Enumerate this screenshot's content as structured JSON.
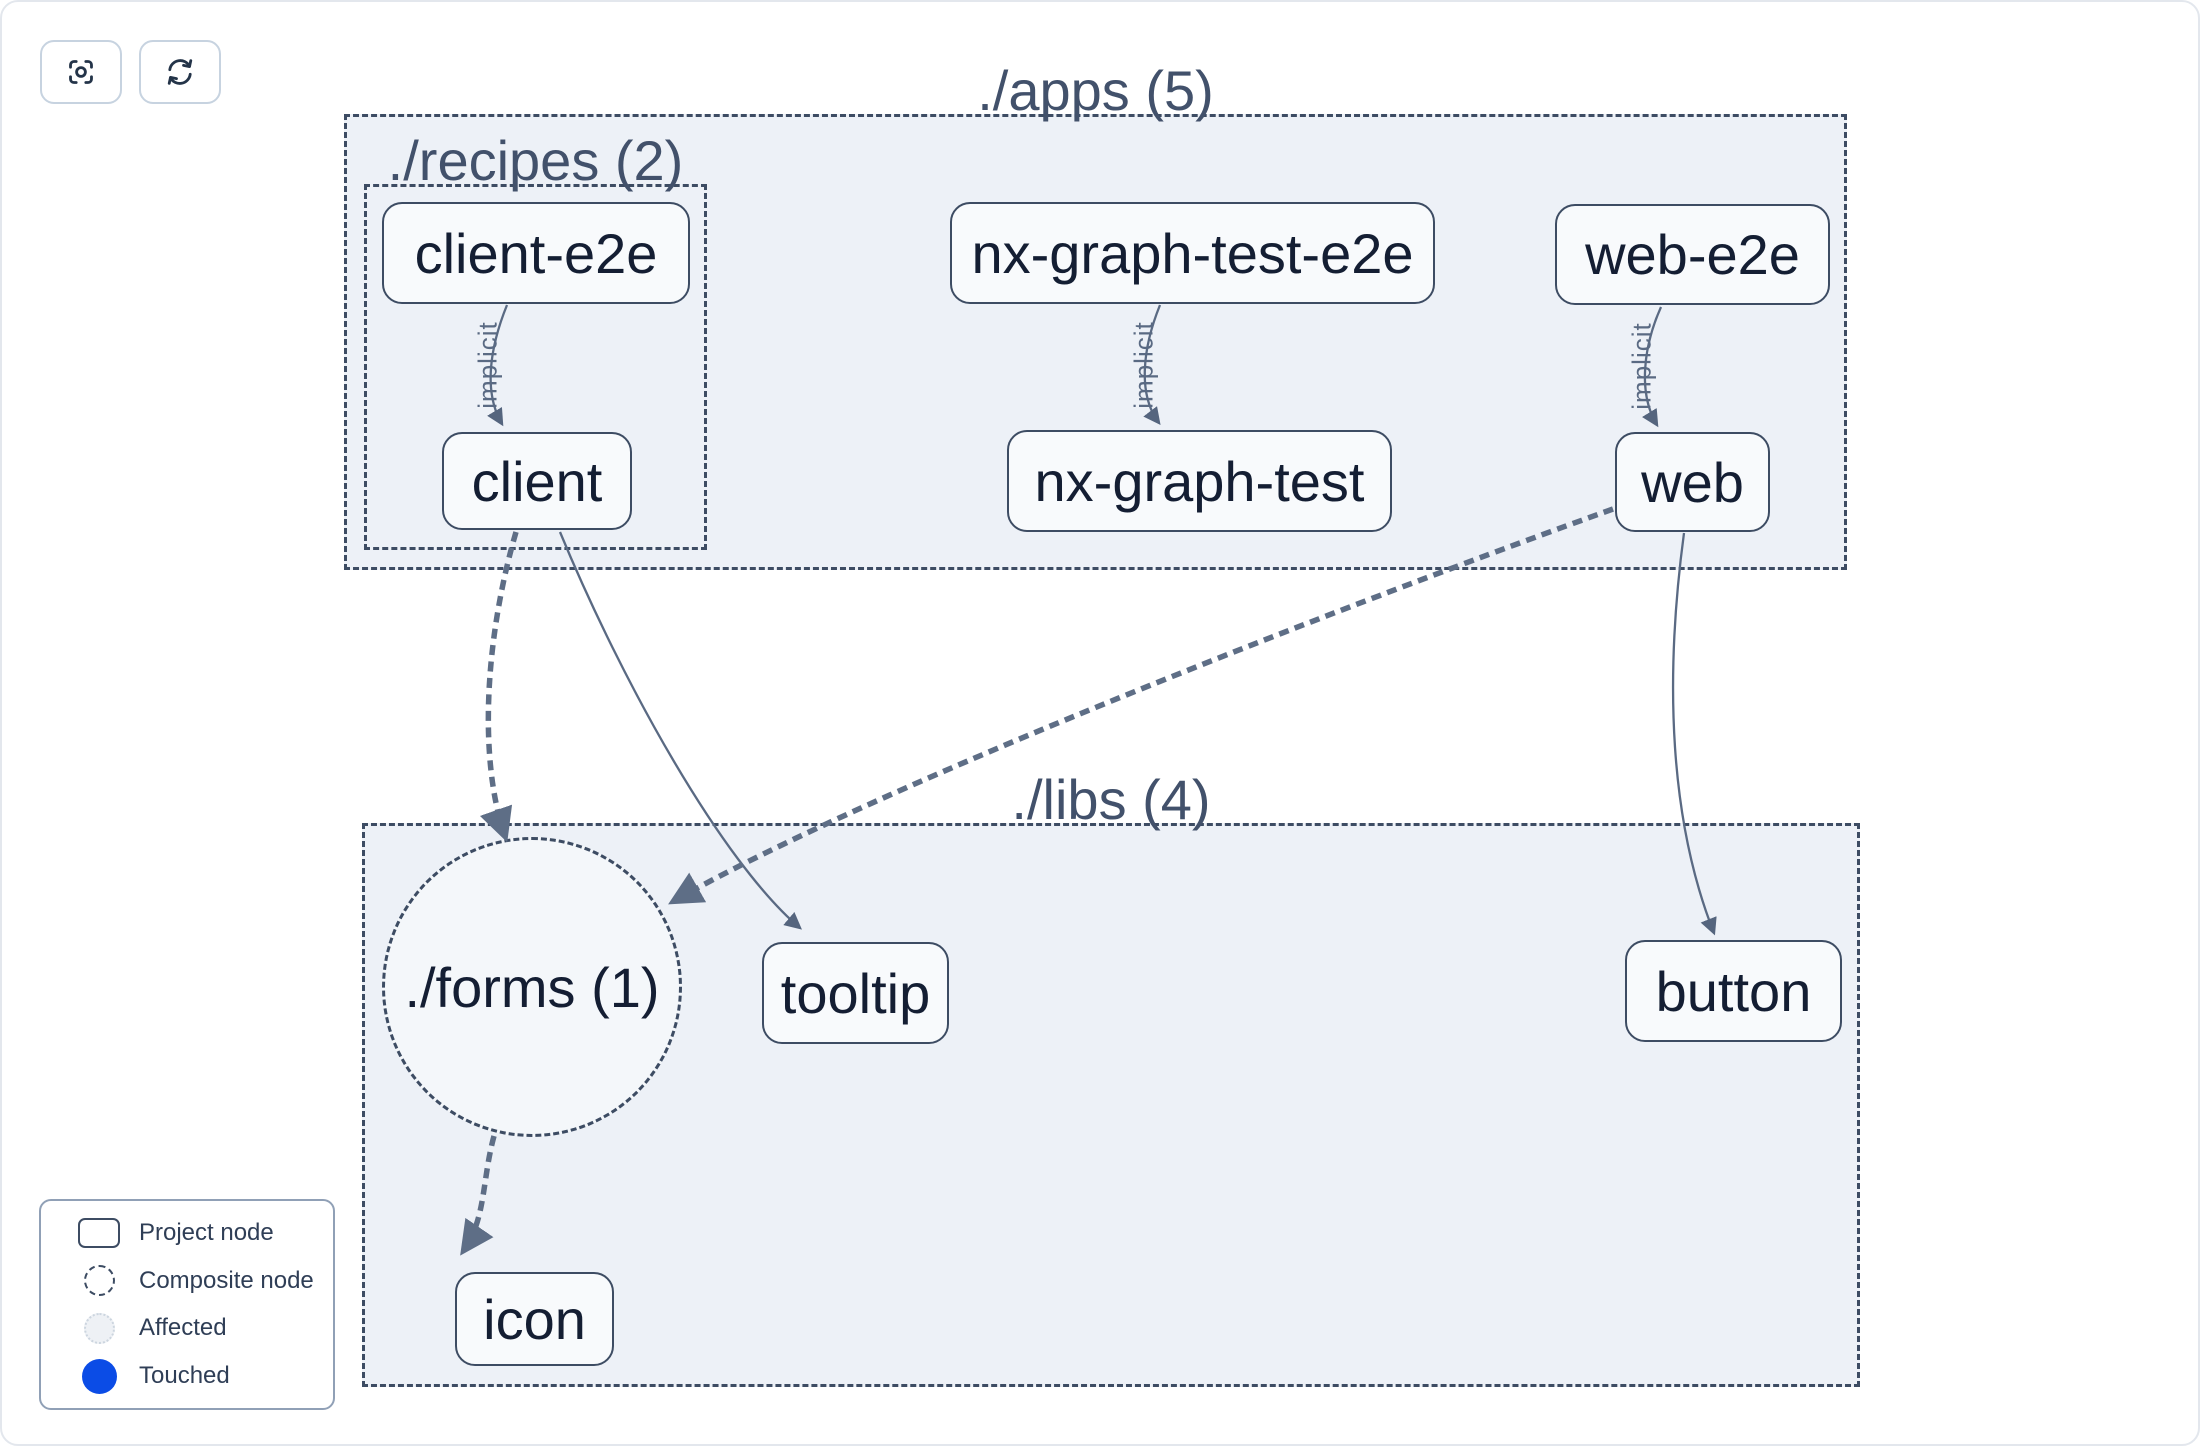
{
  "toolbar": {
    "buttons": [
      {
        "icon": "focus-icon"
      },
      {
        "icon": "refresh-icon"
      }
    ]
  },
  "groups": {
    "apps": {
      "label": "./apps (5)"
    },
    "recipes": {
      "label": "./recipes (2)"
    },
    "libs": {
      "label": "./libs (4)"
    }
  },
  "nodes": {
    "client_e2e": {
      "label": "client-e2e",
      "type": "project"
    },
    "nx_graph_test_e2e": {
      "label": "nx-graph-test-e2e",
      "type": "project"
    },
    "web_e2e": {
      "label": "web-e2e",
      "type": "project"
    },
    "client": {
      "label": "client",
      "type": "project"
    },
    "nx_graph_test": {
      "label": "nx-graph-test",
      "type": "project"
    },
    "web": {
      "label": "web",
      "type": "project"
    },
    "forms": {
      "label": "./forms (1)",
      "type": "composite"
    },
    "tooltip": {
      "label": "tooltip",
      "type": "project"
    },
    "button": {
      "label": "button",
      "type": "project"
    },
    "icon": {
      "label": "icon",
      "type": "project"
    }
  },
  "edges": [
    {
      "from": "client-e2e",
      "to": "client",
      "label": "implicit",
      "style": "thin-solid"
    },
    {
      "from": "nx-graph-test-e2e",
      "to": "nx-graph-test",
      "label": "implicit",
      "style": "thin-solid"
    },
    {
      "from": "web-e2e",
      "to": "web",
      "label": "implicit",
      "style": "thin-solid"
    },
    {
      "from": "client",
      "to": "./forms (1)",
      "label": "",
      "style": "thick-dashed"
    },
    {
      "from": "client",
      "to": "tooltip",
      "label": "",
      "style": "thin-solid"
    },
    {
      "from": "web",
      "to": "./forms (1)",
      "label": "",
      "style": "thick-dashed"
    },
    {
      "from": "web",
      "to": "button",
      "label": "",
      "style": "thin-solid"
    },
    {
      "from": "./forms (1)",
      "to": "icon",
      "label": "",
      "style": "thick-dashed"
    }
  ],
  "legend": {
    "items": [
      {
        "swatch": "project-node-swatch",
        "label": "Project node"
      },
      {
        "swatch": "composite-node-swatch",
        "label": "Composite node"
      },
      {
        "swatch": "affected-swatch",
        "label": "Affected"
      },
      {
        "swatch": "touched-swatch",
        "label": "Touched"
      }
    ]
  },
  "colors": {
    "container_fill": "#edf1f7",
    "node_fill": "#f8fafc",
    "border_slate": "#3d4c63",
    "edge_slate": "#5e6e86",
    "touched_blue": "#0b4ce6"
  }
}
